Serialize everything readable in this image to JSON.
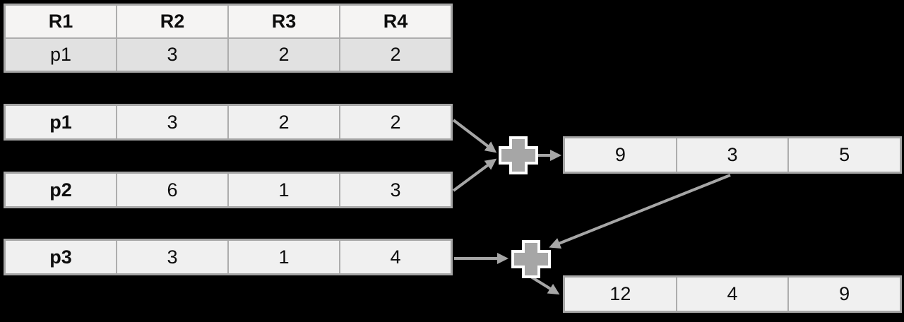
{
  "diagram": {
    "header_table": {
      "headers": [
        "R1",
        "R2",
        "R3",
        "R4"
      ],
      "row": [
        "p1",
        "3",
        "2",
        "2"
      ]
    },
    "tuples": [
      {
        "label": "p1",
        "values": [
          "3",
          "2",
          "2"
        ]
      },
      {
        "label": "p2",
        "values": [
          "6",
          "1",
          "3"
        ]
      },
      {
        "label": "p3",
        "values": [
          "3",
          "1",
          "4"
        ]
      }
    ],
    "operators": [
      {
        "icon": "plus-icon"
      },
      {
        "icon": "plus-icon"
      }
    ],
    "results": [
      {
        "cells": [
          "9",
          "3",
          "5"
        ]
      },
      {
        "cells": [
          "12",
          "4",
          "9"
        ]
      }
    ]
  },
  "colors": {
    "background": "#000000",
    "table_border": "#a6a6a6",
    "cell_divider": "#adadad",
    "header_fill": "#f5f4f3",
    "shaded_row_fill": "#e1e1e1",
    "row_fill": "#f0f0f0",
    "connector": "#a6a6a6",
    "plus_fill": "#a6a6a6",
    "plus_outline": "#ffffff",
    "text": "#0d0d0d"
  }
}
